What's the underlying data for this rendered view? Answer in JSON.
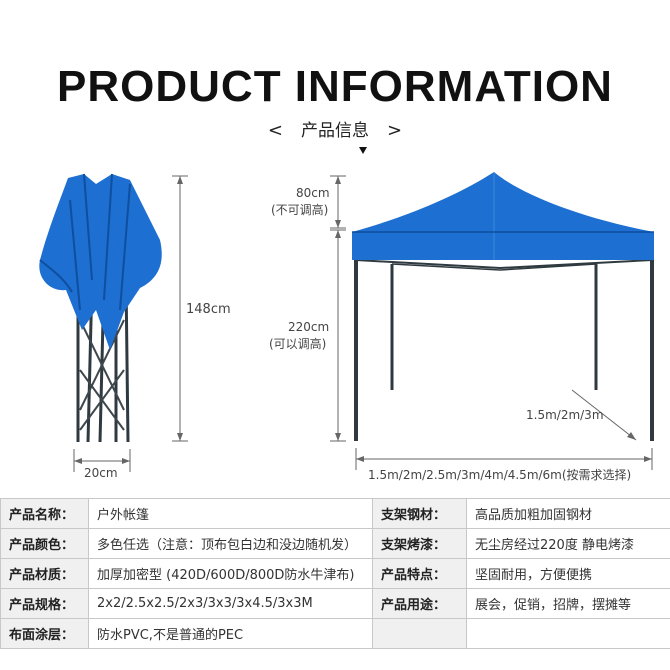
{
  "header": {
    "title": "PRODUCT INFORMATION",
    "subtitle": "产品信息",
    "left_arrow": "<",
    "right_arrow": ">"
  },
  "dimensions": {
    "folded_height": "148cm",
    "folded_width": "20cm",
    "roof_height": "80cm",
    "roof_note": "(不可调高)",
    "leg_height": "220cm",
    "leg_note": "(可以调高)",
    "frame_size": "1.5m/2m/3m",
    "width_options": "1.5m/2m/2.5m/3m/4m/4.5m/6m(按需求选择)"
  },
  "colors": {
    "canopy": "#1d6fd1",
    "frame": "#2f3a40",
    "table_key_bg": "#f0f0f0"
  },
  "specs": [
    {
      "k1": "产品名称：",
      "v1": "户外帐篷",
      "k2": "支架钢材：",
      "v2": "高品质加粗加固钢材"
    },
    {
      "k1": "产品颜色：",
      "v1": "多色任选（注意：顶布包白边和没边随机发）",
      "k2": "支架烤漆：",
      "v2": "无尘房经过220度 静电烤漆"
    },
    {
      "k1": "产品材质：",
      "v1": "加厚加密型 (420D/600D/800D防水牛津布)",
      "k2": "产品特点：",
      "v2": "坚固耐用，方便便携"
    },
    {
      "k1": "产品规格：",
      "v1": "2x2/2.5x2.5/2x3/3x3/3x4.5/3x3M",
      "k2": "产品用途：",
      "v2": "展会，促销，招牌，摆摊等"
    },
    {
      "k1": "布面涂层：",
      "v1": "防水PVC,不是普通的PEC",
      "k2": "",
      "v2": ""
    }
  ]
}
